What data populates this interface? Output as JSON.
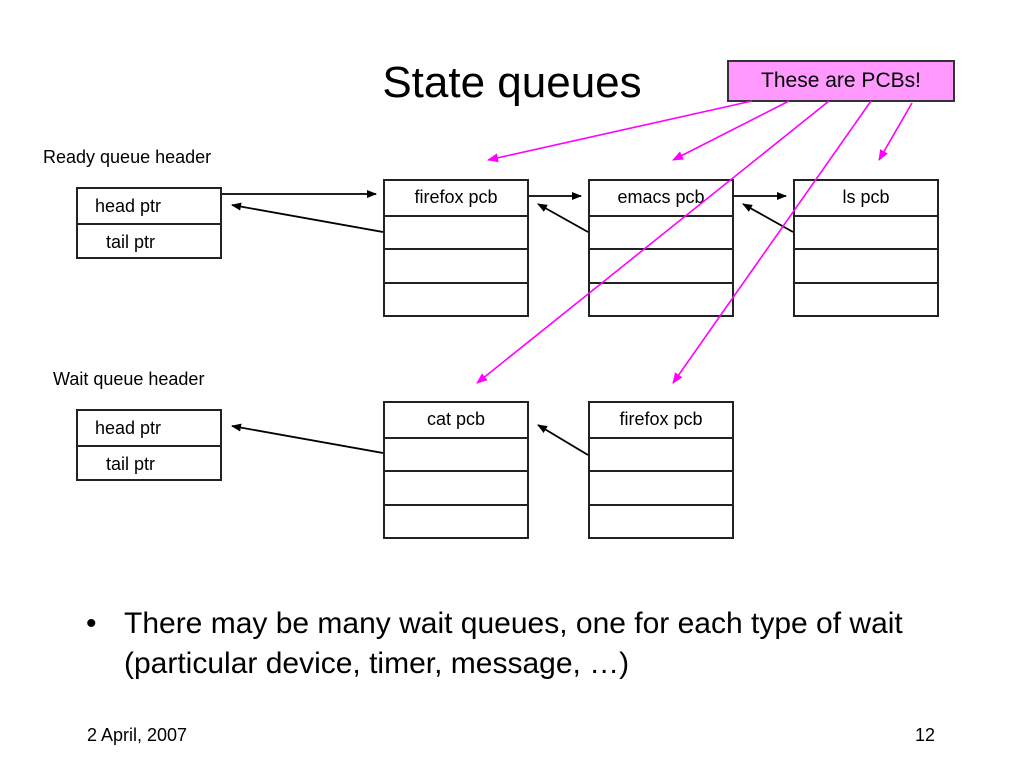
{
  "slide": {
    "title": "State queues",
    "note": "These are PCBs!",
    "footer_date": "2 April, 2007",
    "page_number": "12"
  },
  "ready_queue": {
    "label": "Ready queue header",
    "head_label": "head ptr",
    "tail_label": "tail ptr",
    "pcbs": [
      "firefox pcb",
      "emacs pcb",
      "ls pcb"
    ]
  },
  "wait_queue": {
    "label": "Wait queue header",
    "head_label": "head ptr",
    "tail_label": "tail ptr",
    "pcbs": [
      "cat pcb",
      "firefox pcb"
    ]
  },
  "bullet": {
    "symbol": "•",
    "text": "There may be many wait queues, one for each type of wait (particular device, timer, message, …)"
  },
  "colors": {
    "note_background": "#ff99ff",
    "pointer_arrow": "#ff00ff",
    "link_arrow": "#000000"
  }
}
